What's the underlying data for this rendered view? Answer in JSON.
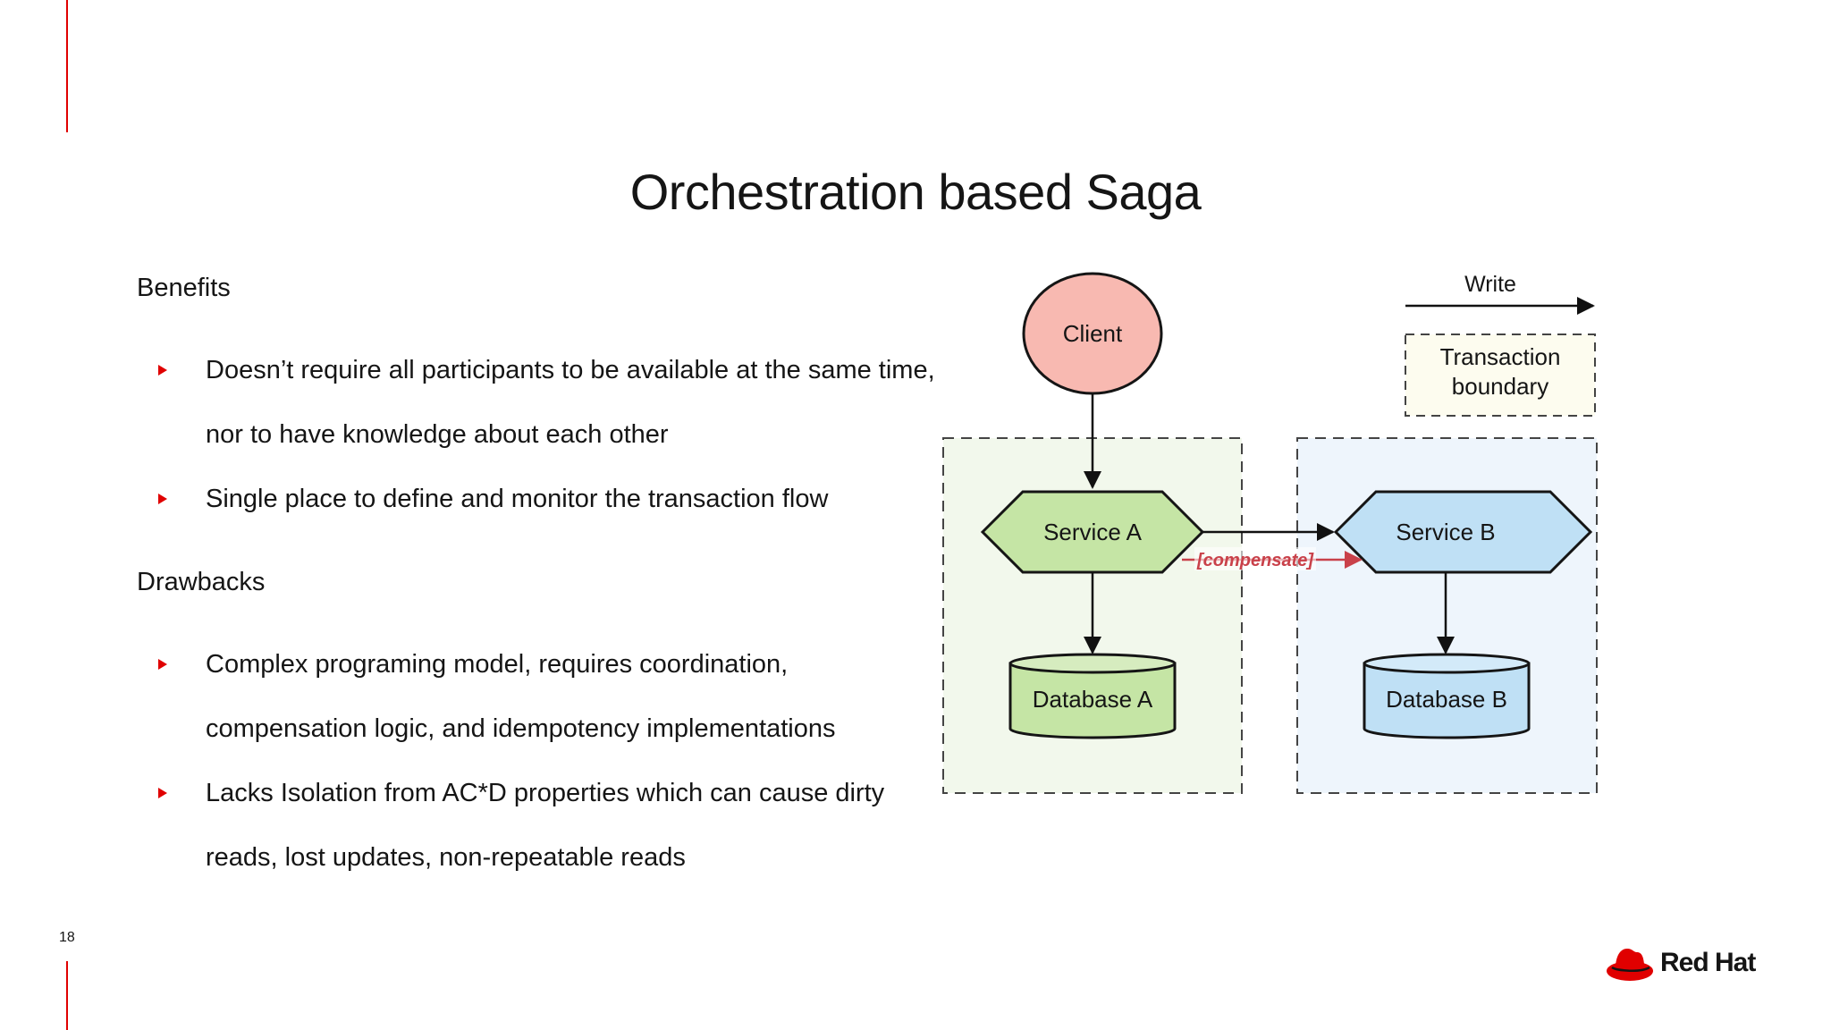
{
  "slide": {
    "title": "Orchestration based Saga",
    "page_number": "18"
  },
  "benefits": {
    "heading": "Benefits",
    "items": [
      "Doesn’t require all participants to be available at the same time, nor to have knowledge about each other",
      "Single place to define and monitor the transaction flow"
    ]
  },
  "drawbacks": {
    "heading": "Drawbacks",
    "items": [
      "Complex programing model, requires coordination, compensation logic, and idempotency implementations",
      "Lacks Isolation from AC*D properties which can cause dirty reads, lost updates, non-repeatable reads"
    ]
  },
  "diagram": {
    "legend_write": "Write",
    "legend_boundary_line1": "Transaction",
    "legend_boundary_line2": "boundary",
    "client": "Client",
    "service_a": "Service A",
    "service_b": "Service B",
    "database_a": "Database A",
    "database_b": "Database B",
    "compensate": "[compensate]"
  },
  "brand": {
    "logo_text": "Red Hat"
  },
  "colors": {
    "accent": "#e00000",
    "client_fill": "#f8b9b1",
    "service_a_fill": "#c5e5a5",
    "service_b_fill": "#bfe0f5",
    "boundary_a_fill": "#f2f8ec",
    "boundary_b_fill": "#eef5fc",
    "legend_boundary_fill": "#fdfcef",
    "compensate_color": "#c9414a"
  }
}
